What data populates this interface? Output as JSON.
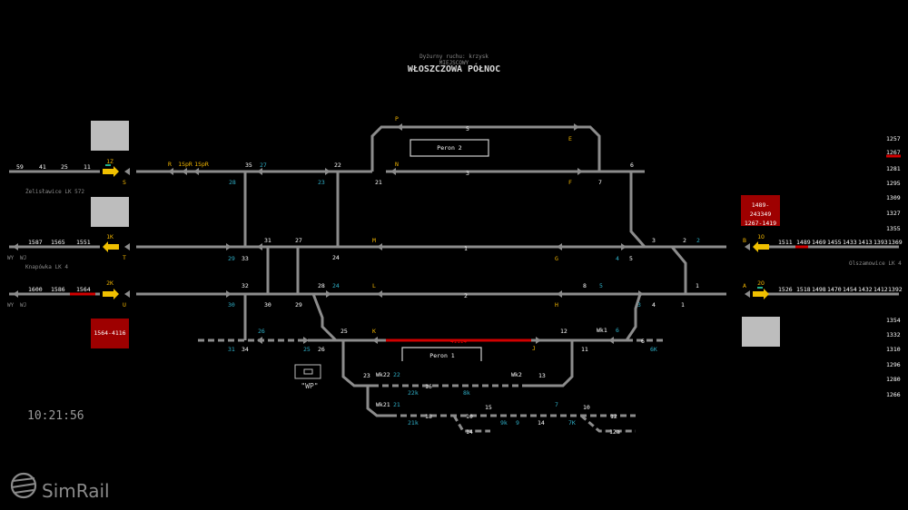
{
  "header": {
    "dispatcher": "Dyżurny ruchu: krzysk",
    "mode": "MIEJSCOWY",
    "station": "WŁOSZCZOWA PÓŁNOC"
  },
  "clock": "10:21:56",
  "brand": "SimRail",
  "platforms": [
    "Peron 2",
    "Peron 1"
  ],
  "wp_label": "\"WP\"",
  "directions": {
    "left_top": "Żelisławice LK 572",
    "left_mid": "Knapówka LK 4",
    "right": "Olszamowice LK 4"
  },
  "red_boxes": {
    "right": [
      "1489-243349",
      "1267-1419"
    ],
    "left": "1564-4116"
  },
  "train_number_red_track": "41114",
  "left_blocks": {
    "top": [
      "59",
      "41",
      "25",
      "11"
    ],
    "mid": [
      "1587",
      "1565",
      "1551"
    ],
    "bot": [
      "1600",
      "1586",
      "1564"
    ]
  },
  "right_blocks": {
    "top": [
      "1511",
      "1489",
      "1469",
      "1455",
      "1433",
      "1413",
      "1393",
      "1369"
    ],
    "bot": [
      "1526",
      "1518",
      "1498",
      "1470",
      "1454",
      "1432",
      "1412",
      "1392"
    ]
  },
  "right_column": [
    "1257",
    "1267",
    "1281",
    "1295",
    "1309",
    "1327",
    "1355",
    "1354",
    "1332",
    "1310",
    "1296",
    "1280",
    "1266"
  ],
  "signal_labels": {
    "yellow": [
      "1Z",
      "1K",
      "2K",
      "1O",
      "2O",
      "P",
      "E",
      "N",
      "F",
      "R",
      "1SpR",
      "1SpR",
      "M",
      "G",
      "L",
      "H",
      "K",
      "J",
      "S",
      "T",
      "U",
      "B",
      "A"
    ],
    "track_numbers": [
      "5",
      "3",
      "1",
      "2",
      "4"
    ],
    "wy": "WY",
    "wj": "WJ"
  },
  "colors": {
    "track": "#8c8c8c",
    "occupied": "#d10000",
    "signal_go": "#f0c000",
    "cyan_label": "#2fb0c8",
    "label_yellow": "#f0b400"
  }
}
